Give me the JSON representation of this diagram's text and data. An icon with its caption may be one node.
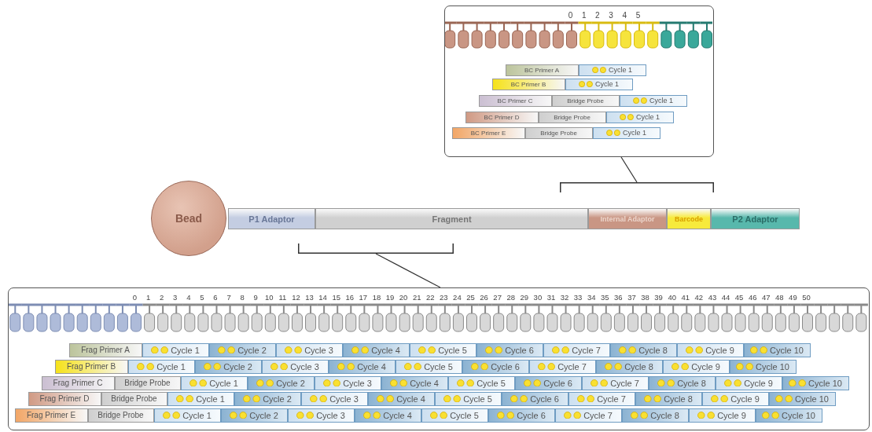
{
  "diagram": {
    "nodes": [
      {
        "text": [],
        "shape": "box"
      },
      {
        "text": [
          "BC Primer A"
        ],
        "in": 0
      },
      {
        "text": [
          "Cycle 1"
        ],
        "in": 0
      },
      {
        "text": [
          "BC Primer B"
        ],
        "in": 0
      },
      {
        "text": [
          "Cycle 1"
        ],
        "in": 0
      },
      {
        "text": [
          "BC Primer C"
        ],
        "in": 0
      },
      {
        "text": [
          "Bridge Probe"
        ],
        "in": 0
      },
      {
        "text": [
          "Cycle 1"
        ],
        "in": 0
      },
      {
        "text": [
          "BC Primer D"
        ],
        "in": 0
      },
      {
        "text": [
          "Bridge Probe"
        ],
        "in": 0
      },
      {
        "text": [
          "Cycle 1"
        ],
        "in": 0
      },
      {
        "text": [
          "BC Primer E"
        ],
        "in": 0
      },
      {
        "text": [
          "Bridge Probe"
        ],
        "in": 0
      },
      {
        "text": [
          "Cycle 1"
        ],
        "in": 0
      },
      {
        "text": [],
        "shape": "bracket"
      },
      {
        "text": [
          "Bead"
        ]
      },
      {
        "text": [
          "P1 Adaptor"
        ]
      },
      {
        "text": [
          "Fragment"
        ]
      },
      {
        "text": [
          "Internal Adaptor"
        ]
      },
      {
        "text": [
          "Barcode"
        ]
      },
      {
        "text": [
          "P2 Adaptor"
        ]
      },
      {
        "text": [],
        "shape": "bracket"
      },
      {
        "text": [],
        "shape": "box"
      },
      {
        "text": [
          "Frag Primer A"
        ],
        "in": 22
      },
      {
        "text": [
          "Cycle 1"
        ],
        "in": 22
      },
      {
        "text": [
          "Cycle 2"
        ],
        "in": 22
      },
      {
        "text": [
          "Cycle 3"
        ],
        "in": 22
      },
      {
        "text": [
          "Cycle 4"
        ],
        "in": 22
      },
      {
        "text": [
          "Cycle 5"
        ],
        "in": 22
      },
      {
        "text": [
          "Cycle 6"
        ],
        "in": 22
      },
      {
        "text": [
          "Cycle 7"
        ],
        "in": 22
      },
      {
        "text": [
          "Cycle 8"
        ],
        "in": 22
      },
      {
        "text": [
          "Cycle 9"
        ],
        "in": 22
      },
      {
        "text": [
          "Cycle 10"
        ],
        "in": 22
      },
      {
        "text": [
          "Frag Primer B"
        ],
        "in": 22
      },
      {
        "text": [
          "Cycle 1"
        ],
        "in": 22
      },
      {
        "text": [
          "Cycle 2"
        ],
        "in": 22
      },
      {
        "text": [
          "Cycle 3"
        ],
        "in": 22
      },
      {
        "text": [
          "Cycle 4"
        ],
        "in": 22
      },
      {
        "text": [
          "Cycle 5"
        ],
        "in": 22
      },
      {
        "text": [
          "Cycle 6"
        ],
        "in": 22
      },
      {
        "text": [
          "Cycle 7"
        ],
        "in": 22
      },
      {
        "text": [
          "Cycle 8"
        ],
        "in": 22
      },
      {
        "text": [
          "Cycle 9"
        ],
        "in": 22
      },
      {
        "text": [
          "Cycle 10"
        ],
        "in": 22
      },
      {
        "text": [
          "Frag Primer C"
        ],
        "in": 22
      },
      {
        "text": [
          "Bridge Probe"
        ],
        "in": 22
      },
      {
        "text": [
          "Cycle 1"
        ],
        "in": 22
      },
      {
        "text": [
          "Cycle 2"
        ],
        "in": 22
      },
      {
        "text": [
          "Cycle 3"
        ],
        "in": 22
      },
      {
        "text": [
          "Cycle 4"
        ],
        "in": 22
      },
      {
        "text": [
          "Cycle 5"
        ],
        "in": 22
      },
      {
        "text": [
          "Cycle 6"
        ],
        "in": 22
      },
      {
        "text": [
          "Cycle 7"
        ],
        "in": 22
      },
      {
        "text": [
          "Cycle 8"
        ],
        "in": 22
      },
      {
        "text": [
          "Cycle 9"
        ],
        "in": 22
      },
      {
        "text": [
          "Cycle 10"
        ],
        "in": 22
      },
      {
        "text": [
          "Frag Primer D"
        ],
        "in": 22
      },
      {
        "text": [
          "Bridge Probe"
        ],
        "in": 22
      },
      {
        "text": [
          "Cycle 1"
        ],
        "in": 22
      },
      {
        "text": [
          "Cycle 2"
        ],
        "in": 22
      },
      {
        "text": [
          "Cycle 3"
        ],
        "in": 22
      },
      {
        "text": [
          "Cycle 4"
        ],
        "in": 22
      },
      {
        "text": [
          "Cycle 5"
        ],
        "in": 22
      },
      {
        "text": [
          "Cycle 6"
        ],
        "in": 22
      },
      {
        "text": [
          "Cycle 7"
        ],
        "in": 22
      },
      {
        "text": [
          "Cycle 8"
        ],
        "in": 22
      },
      {
        "text": [
          "Cycle 9"
        ],
        "in": 22
      },
      {
        "text": [
          "Cycle 10"
        ],
        "in": 22
      },
      {
        "text": [
          "Frag Primer E"
        ],
        "in": 22
      },
      {
        "text": [
          "Bridge Probe"
        ],
        "in": 22
      },
      {
        "text": [
          "Cycle 1"
        ],
        "in": 22
      },
      {
        "text": [
          "Cycle 2"
        ],
        "in": 22
      },
      {
        "text": [
          "Cycle 3"
        ],
        "in": 22
      },
      {
        "text": [
          "Cycle 4"
        ],
        "in": 22
      },
      {
        "text": [
          "Cycle 5"
        ],
        "in": 22
      },
      {
        "text": [
          "Cycle 6"
        ],
        "in": 22
      },
      {
        "text": [
          "Cycle 7"
        ],
        "in": 22
      },
      {
        "text": [
          "Cycle 8"
        ],
        "in": 22
      },
      {
        "text": [
          "Cycle 9"
        ],
        "in": 22
      },
      {
        "text": [
          "Cycle 10"
        ],
        "in": 22
      }
    ],
    "edges": [
      {
        "from": 14,
        "to": 0,
        "arrow": "none"
      },
      {
        "from": 21,
        "to": 22,
        "arrow": "none"
      }
    ],
    "labels": [
      "0",
      "1",
      "2",
      "3",
      "4",
      "5",
      "0",
      "1",
      "2",
      "3",
      "4",
      "5",
      "6",
      "7",
      "8",
      "9",
      "10",
      "11",
      "12",
      "13",
      "14",
      "15",
      "16",
      "17",
      "18",
      "19",
      "20",
      "21",
      "22",
      "23",
      "24",
      "25",
      "26",
      "27",
      "28",
      "29",
      "30",
      "31",
      "32",
      "33",
      "34",
      "35",
      "36",
      "37",
      "38",
      "39",
      "40",
      "41",
      "42",
      "43",
      "44",
      "45",
      "46",
      "47",
      "48",
      "49",
      "50"
    ]
  }
}
